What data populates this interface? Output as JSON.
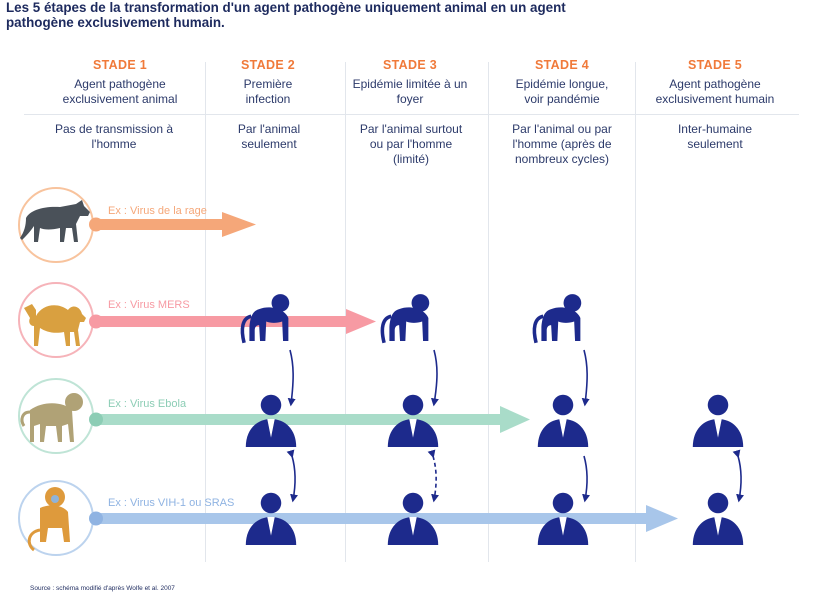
{
  "title": "Les 5 étapes de la transformation d'un agent pathogène uniquement animal en un agent pathogène exclusivement humain.",
  "stages": [
    {
      "label": "STADE 1",
      "desc": "Agent pathogène exclusivement animal",
      "transmission": "Pas de transmission à l'homme"
    },
    {
      "label": "STADE 2",
      "desc": "Première infection",
      "transmission": "Par l'animal seulement"
    },
    {
      "label": "STADE 3",
      "desc": "Epidémie limitée à un foyer",
      "transmission": "Par l'animal surtout ou par l'homme (limité)"
    },
    {
      "label": "STADE 4",
      "desc": "Epidémie longue, voir pandémie",
      "transmission": "Par l'animal ou par l'homme (après de nombreux cycles)"
    },
    {
      "label": "STADE 5",
      "desc": "Agent pathogène exclusivement humain",
      "transmission": "Inter-humaine seulement"
    }
  ],
  "examples": [
    {
      "label": "Ex : Virus de la rage",
      "color": "#f5a779",
      "circle": "#f8c39d",
      "animal": "wolf-icon",
      "reach_stage": 2
    },
    {
      "label": "Ex : Virus MERS",
      "color": "#f79aa3",
      "circle": "#f6b3b9",
      "animal": "camel-icon",
      "reach_stage": 3
    },
    {
      "label": "Ex : Virus Ebola",
      "color": "#a9dcc9",
      "circle": "#bfe4d6",
      "animal": "baboon-icon",
      "reach_stage": 4
    },
    {
      "label": "Ex : Virus VIH-1 ou SRAS",
      "color": "#a8c6ea",
      "circle": "#bcd3ee",
      "animal": "golden-monkey-icon",
      "reach_stage": 5
    }
  ],
  "source": "Source : schéma modifié d'après Wolfe et al. 2007",
  "colors": {
    "navy": "#1d2a8c",
    "title": "#1d2a5e",
    "stage": "#f07a3a",
    "divider": "#e2e6ec"
  }
}
